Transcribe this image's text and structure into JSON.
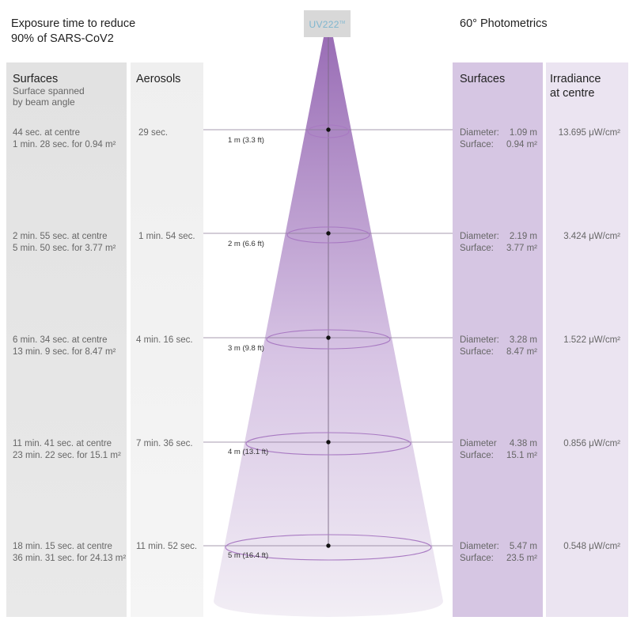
{
  "title_left": {
    "line1": "Exposure time to reduce",
    "line2": "90% of SARS-CoV2"
  },
  "title_right": "60° Photometrics",
  "lamp": {
    "label": "UV222",
    "trademark": "TM"
  },
  "columns": {
    "surfaces_left": {
      "title": "Surfaces",
      "subtitle_line1": "Surface spanned",
      "subtitle_line2": "by beam angle"
    },
    "aerosols": {
      "title": "Aerosols"
    },
    "surfaces_right": {
      "title": "Surfaces"
    },
    "irradiance": {
      "title_line1": "Irradiance",
      "title_line2": "at centre"
    }
  },
  "colors": {
    "left_col": "#e2e2e2",
    "mid_col": "#efefef",
    "surfaces_right_col": "#d6c6e3",
    "irradiance_col": "#ebe4f1",
    "beam_top": "#9a6eb6",
    "beam_bottom": "#f2eef5",
    "ellipse": "#a879c2",
    "lamp_label": "#7fb6cf"
  },
  "rows": [
    {
      "distance": "1 m (3.3 ft)",
      "surface_line1": "44 sec. at centre",
      "surface_line2": "1 min. 28 sec. for 0.94 m²",
      "aerosol": "29 sec.",
      "diameter_label": "Diameter:",
      "diameter": "1.09 m",
      "surface_label": "Surface:",
      "surface": "0.94 m²",
      "irradiance": "13.695 μW/cm²"
    },
    {
      "distance": "2 m (6.6 ft)",
      "surface_line1": "2 min. 55 sec. at centre",
      "surface_line2": "5 min. 50 sec. for 3.77 m²",
      "aerosol": "1 min. 54 sec.",
      "diameter_label": "Diameter:",
      "diameter": "2.19 m",
      "surface_label": "Surface:",
      "surface": "3.77 m²",
      "irradiance": "3.424 μW/cm²"
    },
    {
      "distance": "3 m (9.8 ft)",
      "surface_line1": "6 min. 34 sec. at centre",
      "surface_line2": "13 min. 9 sec. for 8.47 m²",
      "aerosol": "4 min. 16 sec.",
      "diameter_label": "Diameter:",
      "diameter": "3.28 m",
      "surface_label": "Surface:",
      "surface": "8.47 m²",
      "irradiance": "1.522 μW/cm²"
    },
    {
      "distance": "4 m (13.1 ft)",
      "surface_line1": "11 min. 41 sec. at centre",
      "surface_line2": "23 min. 22 sec. for 15.1 m²",
      "aerosol": "7 min. 36 sec.",
      "diameter_label": "Diameter",
      "diameter": "4.38 m",
      "surface_label": "Surface:",
      "surface": "15.1 m²",
      "irradiance": "0.856 μW/cm²"
    },
    {
      "distance": "5 m (16.4 ft)",
      "surface_line1": "18 min. 15 sec. at centre",
      "surface_line2": "36 min. 31 sec. for 24.13 m²",
      "aerosol": "11 min. 52 sec.",
      "diameter_label": "Diameter:",
      "diameter": "5.47 m",
      "surface_label": "Surface:",
      "surface": "23.5 m²",
      "irradiance": "0.548 μW/cm²"
    }
  ]
}
